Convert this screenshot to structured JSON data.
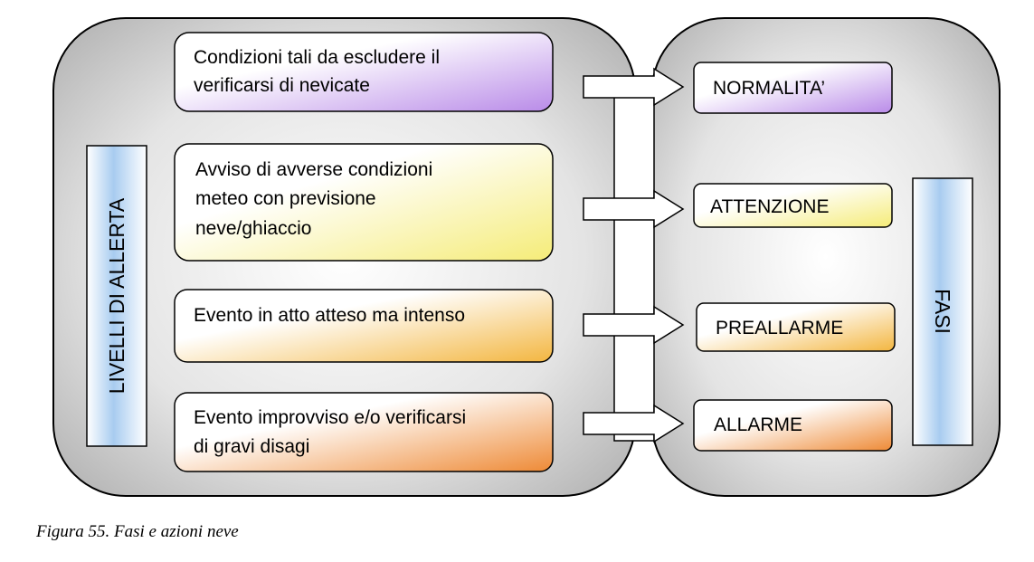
{
  "diagram": {
    "left_label": "LIVELLI DI ALLERTA",
    "right_label": "FASI",
    "levels": [
      {
        "lines": [
          "Condizioni tali da escludere il",
          "verificarsi di nevicate"
        ],
        "color": "#b98be8"
      },
      {
        "lines": [
          "Avviso di avverse condizioni",
          "meteo con previsione",
          "neve/ghiaccio"
        ],
        "color": "#f5ec78"
      },
      {
        "lines": [
          "Evento in atto atteso ma intenso"
        ],
        "color": "#f3b640"
      },
      {
        "lines": [
          "Evento improvviso e/o verificarsi",
          "di gravi disagi"
        ],
        "color": "#ee8a36"
      }
    ],
    "phases": [
      {
        "label": "NORMALITA’",
        "color": "#b98be8"
      },
      {
        "label": "ATTENZIONE",
        "color": "#f5ec78"
      },
      {
        "label": "PREALLARME",
        "color": "#f3b640"
      },
      {
        "label": "ALLARME",
        "color": "#ee8a36"
      }
    ],
    "panel_color": "#a6a6a6",
    "side_bar_color": "#a8ccf0"
  },
  "caption": "Figura 55. Fasi e azioni neve"
}
